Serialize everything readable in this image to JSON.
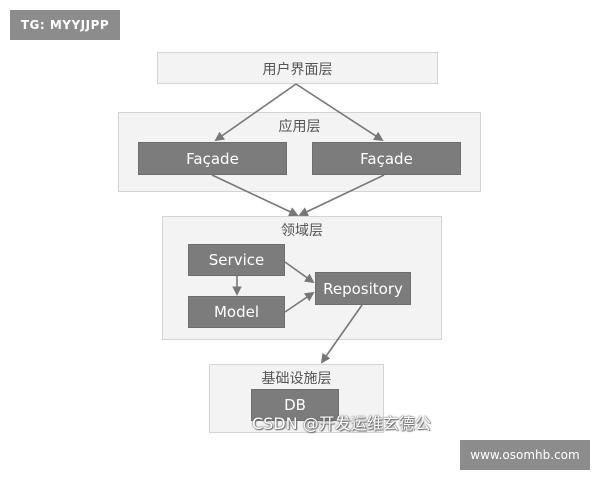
{
  "badges": {
    "tg": "TG: MYYJJPP",
    "site": "www.osomhb.com"
  },
  "layers": {
    "ui": {
      "title": "用户界面层"
    },
    "application": {
      "title": "应用层",
      "nodes": [
        "Façade",
        "Façade"
      ]
    },
    "domain": {
      "title": "领域层",
      "nodes": {
        "service": "Service",
        "model": "Model",
        "repository": "Repository"
      }
    },
    "infrastructure": {
      "title": "基础设施层",
      "nodes": {
        "db": "DB"
      }
    }
  },
  "watermark": "CSDN @开发运维玄德公",
  "colors": {
    "layer_bg": "#f3f3f3",
    "layer_border": "#d4d4d4",
    "node_bg": "#7c7c7c",
    "arrow": "#777777",
    "badge_bg": "#8c8c8c"
  }
}
